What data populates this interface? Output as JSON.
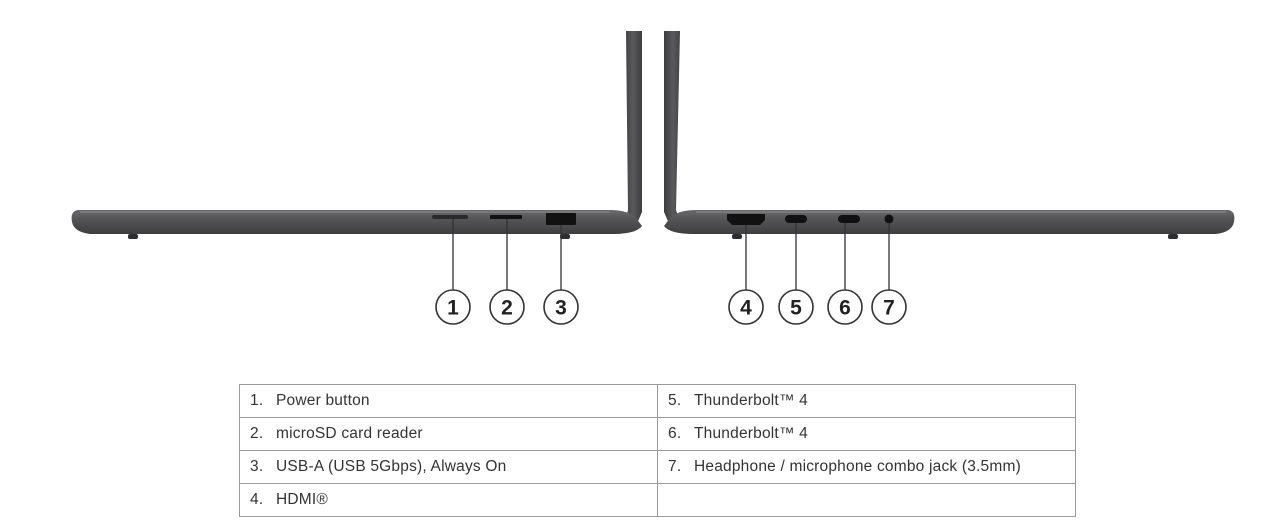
{
  "callouts": [
    "1",
    "2",
    "3",
    "4",
    "5",
    "6",
    "7"
  ],
  "ports": [
    {
      "num": "1.",
      "label": "Power button"
    },
    {
      "num": "2.",
      "label": "microSD card reader"
    },
    {
      "num": "3.",
      "label": "USB-A (USB 5Gbps), Always On"
    },
    {
      "num": "4.",
      "label": "HDMI®"
    },
    {
      "num": "5.",
      "label": "Thunderbolt™ 4"
    },
    {
      "num": "6.",
      "label": "Thunderbolt™ 4"
    },
    {
      "num": "7.",
      "label": "Headphone / microphone combo jack (3.5mm)"
    }
  ],
  "colors": {
    "chassis": "#4f4f51",
    "chassis_edge": "#3a3a3c",
    "port": "#111111",
    "callout_line": "#333333"
  }
}
